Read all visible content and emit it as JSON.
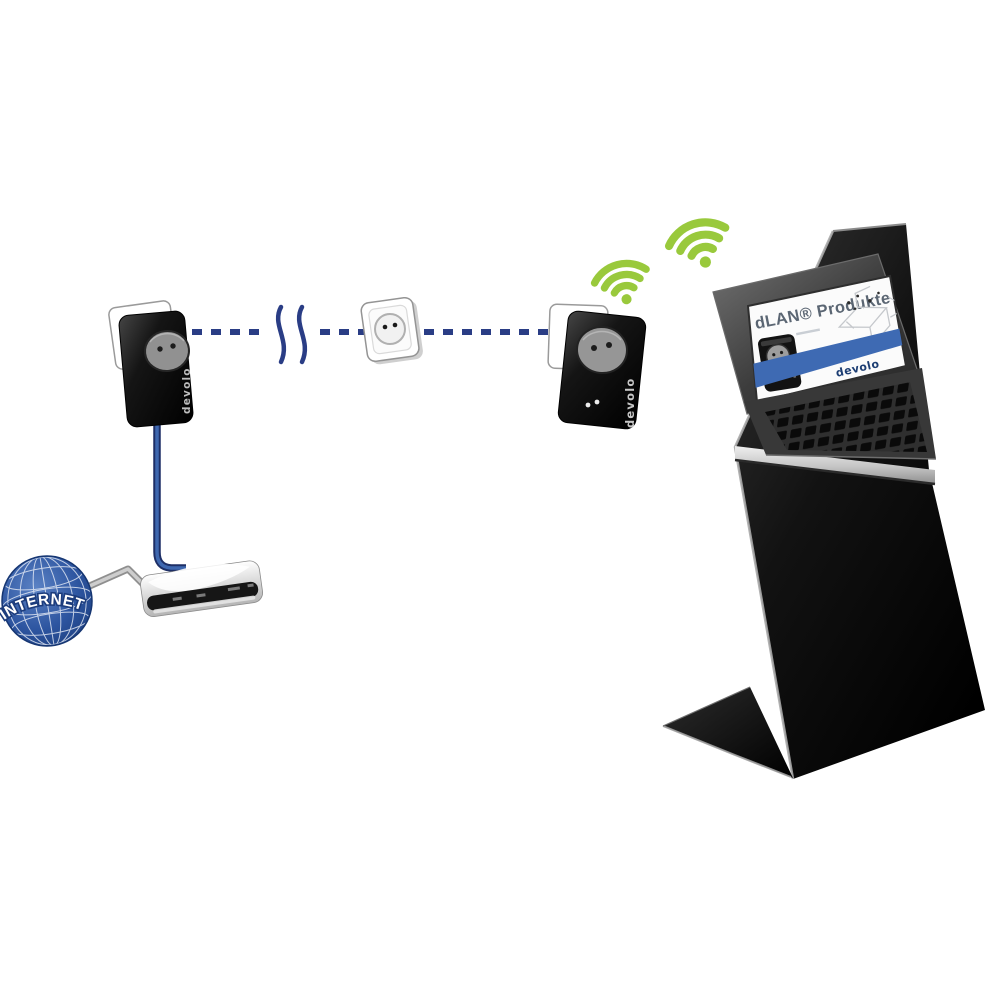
{
  "diagram": {
    "description": "devolo dLAN powerline network diagram: internet to router to powerline adapter, over house wiring through a wall outlet to a second powerline adapter with WiFi serving a laptop on a display stand",
    "nodes": {
      "internet": {
        "label": "INTERNET"
      },
      "router": {
        "type": "router",
        "status_lights": 3
      },
      "powerline_adapter_left": {
        "brand": "devolo",
        "socket": "pass-through"
      },
      "wall_outlet": {
        "type": "schuko-outlet"
      },
      "powerline_adapter_right": {
        "brand": "devolo",
        "socket": "pass-through",
        "led_count": 2
      },
      "display_stand": {
        "screen": {
          "title": "dLAN® Produkte",
          "brand": "devolo"
        }
      }
    },
    "connections": [
      {
        "from": "internet",
        "to": "router",
        "style": "grey-cable"
      },
      {
        "from": "router",
        "to": "powerline_adapter_left",
        "style": "blue-ethernet-cable"
      },
      {
        "from": "powerline_adapter_left",
        "to": "wall_outlet",
        "style": "dashed-powerline-through-wall"
      },
      {
        "from": "wall_outlet",
        "to": "powerline_adapter_right",
        "style": "dashed-powerline"
      },
      {
        "from": "powerline_adapter_right",
        "to": "display_stand",
        "style": "wifi",
        "wifi_symbols": 2
      }
    ],
    "colors": {
      "powerline_dash_navy": "#2a3d85",
      "cable_blue": "#3f68b0",
      "cable_grey": "#c9c9c9",
      "wifi_green": "#99c93c",
      "globe_blue": "#2d55a0",
      "screen_band_blue": "#3e6ab3",
      "brand_navy": "#1d3e73",
      "device_black": "#0a0a0a"
    }
  }
}
